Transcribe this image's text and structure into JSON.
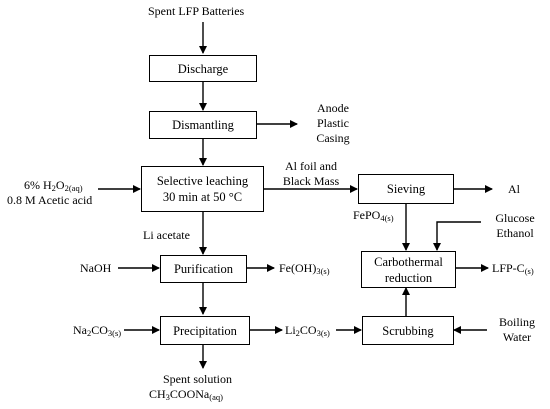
{
  "nodes": {
    "discharge": "Discharge",
    "dismantling": "Dismantling",
    "selective_leaching": {
      "line1": "Selective leaching",
      "line2": "30 min at 50 °C"
    },
    "purification": "Purification",
    "precipitation": "Precipitation",
    "sieving": "Sieving",
    "carbothermal": {
      "line1": "Carbothermal",
      "line2": "reduction"
    },
    "scrubbing": "Scrubbing"
  },
  "labels": {
    "spent_lfp": "Spent LFP Batteries",
    "anode_plastic_casing": [
      "Anode",
      "Plastic",
      "Casing"
    ],
    "h2o2": {
      "pre": "6% H",
      "sub1": "2",
      "mid": "O",
      "sub2": "2(aq)"
    },
    "acetic_acid": "0.8 M Acetic acid",
    "al_foil": [
      "Al foil and",
      "Black Mass"
    ],
    "al": "Al",
    "fepo4": {
      "base": "FePO",
      "sub": "4(s)"
    },
    "glucose_ethanol": [
      "Glucose",
      "Ethanol"
    ],
    "li_acetate": "Li acetate",
    "naoh": "NaOH",
    "feoh3": {
      "base": "Fe(OH)",
      "sub": "3(s)"
    },
    "lfp_c": {
      "base": "LFP-C",
      "sub": "(s)"
    },
    "na2co3": {
      "pre": "Na",
      "sub1": "2",
      "mid": "CO",
      "sub2": "3(s)"
    },
    "li2co3": {
      "pre": "Li",
      "sub1": "2",
      "mid": "CO",
      "sub2": "3(s)"
    },
    "boiling_water": [
      "Boiling",
      "Water"
    ],
    "spent_solution": "Spent solution",
    "ch3coona": {
      "base": "CH",
      "sub1": "3",
      "mid": "COONa",
      "sub2": "(aq)"
    }
  }
}
